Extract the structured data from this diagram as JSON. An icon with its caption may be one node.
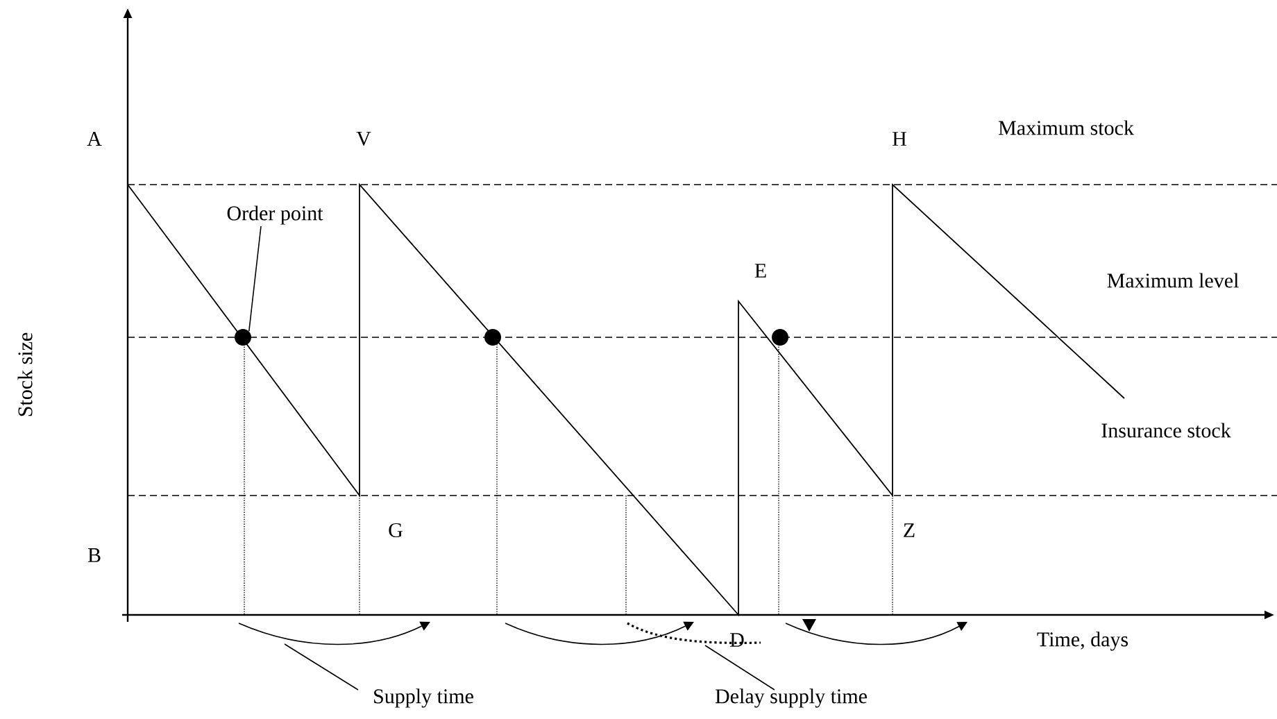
{
  "diagram": {
    "nodes": [
      {
        "text": [
          "Order point"
        ]
      },
      {
        "text": [],
        "shape": "circle"
      },
      {
        "text": [],
        "shape": "circle"
      },
      {
        "text": [],
        "shape": "circle"
      },
      {
        "text": [
          "Supply time"
        ]
      },
      {
        "text": [
          "Delay supply time"
        ]
      }
    ],
    "edges": [
      {
        "from": 0,
        "to": 1,
        "arrow": "none"
      },
      {
        "from": 4,
        "to": null,
        "arrow": "none"
      },
      {
        "from": 5,
        "to": null,
        "arrow": "none"
      }
    ],
    "labels": [
      "A",
      "V",
      "H",
      "Maximum stock",
      "E",
      "Maximum level",
      "Insurance stock",
      "G",
      "Z",
      "B",
      "D",
      "Stock size",
      "Time, days"
    ]
  }
}
